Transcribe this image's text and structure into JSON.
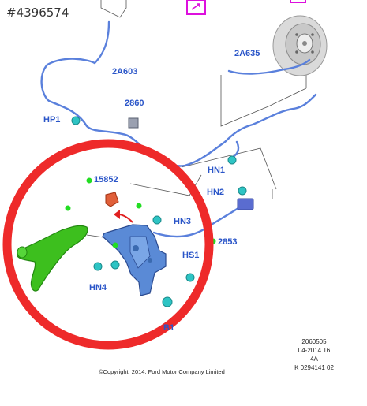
{
  "reference_id": "#4396574",
  "labels": {
    "p2A603": "2A603",
    "p2860": "2860",
    "pHP1": "HP1",
    "p2A635": "2A635",
    "pHN1": "HN1",
    "p15852": "15852",
    "pHN2": "HN2",
    "pHN3": "HN3",
    "p2853": "2853",
    "pHS1": "HS1",
    "pHN4": "HN4",
    "pB1": "B1"
  },
  "meta": {
    "line1": "2060505",
    "line2": "04-2014 16",
    "line3": "4A",
    "line4": "K 0294141 02"
  },
  "copyright": "©Copyright, 2014, Ford Motor Company Limited",
  "colors": {
    "cable": "#5a80dc",
    "label_blue": "#2a55c8",
    "highlight_green": "#3dbf1e",
    "marker_green": "#22dd22",
    "circle_red": "#ee2a2a",
    "magenta": "#dd10dd",
    "teal": "#2ec4c4"
  }
}
